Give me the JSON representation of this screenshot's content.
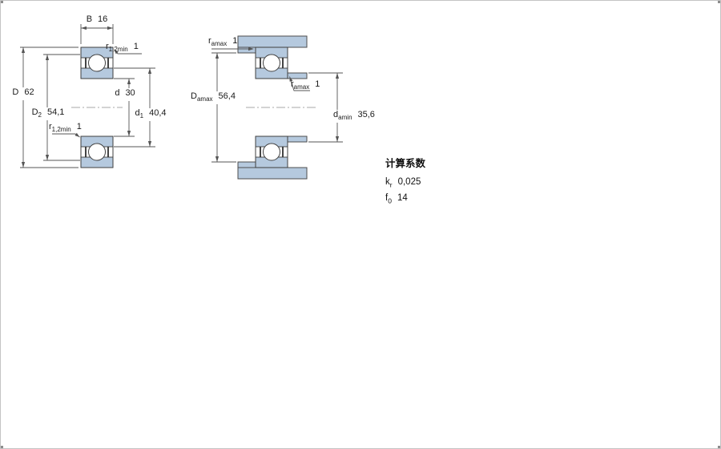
{
  "colors": {
    "bearing_fill": "#b5c9de",
    "line": "#4d4d4d"
  },
  "figure_left": {
    "labels": {
      "B": {
        "sym": "B",
        "sub": "",
        "val": "16"
      },
      "D": {
        "sym": "D",
        "sub": "",
        "val": "62"
      },
      "D2": {
        "sym": "D",
        "sub": "2",
        "val": "54,1"
      },
      "r12_top": {
        "sym": "r",
        "sub": "1,2min",
        "val": "1"
      },
      "r12_mid": {
        "sym": "r",
        "sub": "1,2min",
        "val": "1"
      },
      "d": {
        "sym": "d",
        "sub": "",
        "val": "30"
      },
      "d1": {
        "sym": "d",
        "sub": "1",
        "val": "40,4"
      }
    }
  },
  "figure_right": {
    "labels": {
      "ra_top": {
        "sym": "r",
        "sub": "amax",
        "val": "1"
      },
      "ra_mid": {
        "sym": "r",
        "sub": "amax",
        "val": "1"
      },
      "Da": {
        "sym": "D",
        "sub": "amax",
        "val": "56,4"
      },
      "da": {
        "sym": "d",
        "sub": "amin",
        "val": "35,6"
      }
    }
  },
  "calculation_factors": {
    "title": "计算系数",
    "kr": {
      "sym": "k",
      "sub": "r",
      "val": "0,025"
    },
    "f0": {
      "sym": "f",
      "sub": "0",
      "val": "14"
    }
  }
}
